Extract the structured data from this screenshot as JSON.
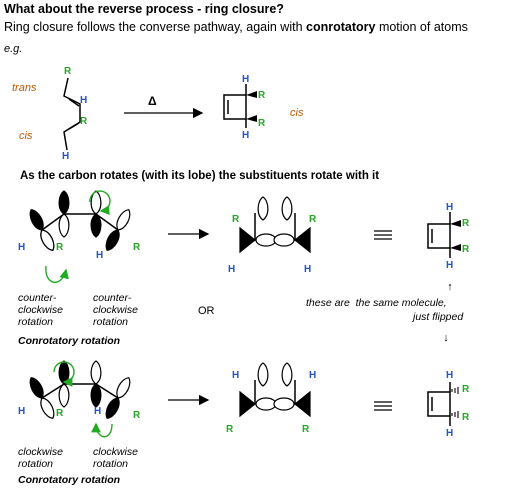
{
  "header": {
    "title": "What about the reverse process - ring closure?",
    "subtitle_pre": "Ring closure follows the converse pathway, again with ",
    "subtitle_bold": "conrotatory",
    "subtitle_post": " motion of atoms",
    "example_label": "e.g."
  },
  "example": {
    "trans_label": "trans",
    "cis_label_left": "cis",
    "heat_label": "Δ",
    "cis_label_right": "cis",
    "atom_r": "R",
    "atom_h": "H"
  },
  "section_heading": "As the carbon rotates (with its lobe) the substituents rotate with it",
  "top_row": {
    "left_caption": "counter-\nclockwise\nrotation",
    "right_caption": "counter-\nclockwise\nrotation",
    "mode_label": "Conrotatory rotation",
    "or_label": "OR"
  },
  "middle_note": {
    "line1": "these are  the same molecule,",
    "line2": "just flipped"
  },
  "bottom_row": {
    "left_caption": "clockwise\nrotation",
    "right_caption": "clockwise\nrotation",
    "mode_label": "Conrotatory rotation"
  },
  "colors": {
    "substituent_r": "#22aa22",
    "hydrogen": "#2255cc",
    "label_orange": "#c05a00",
    "rotation_arrow": "#22aa22"
  }
}
